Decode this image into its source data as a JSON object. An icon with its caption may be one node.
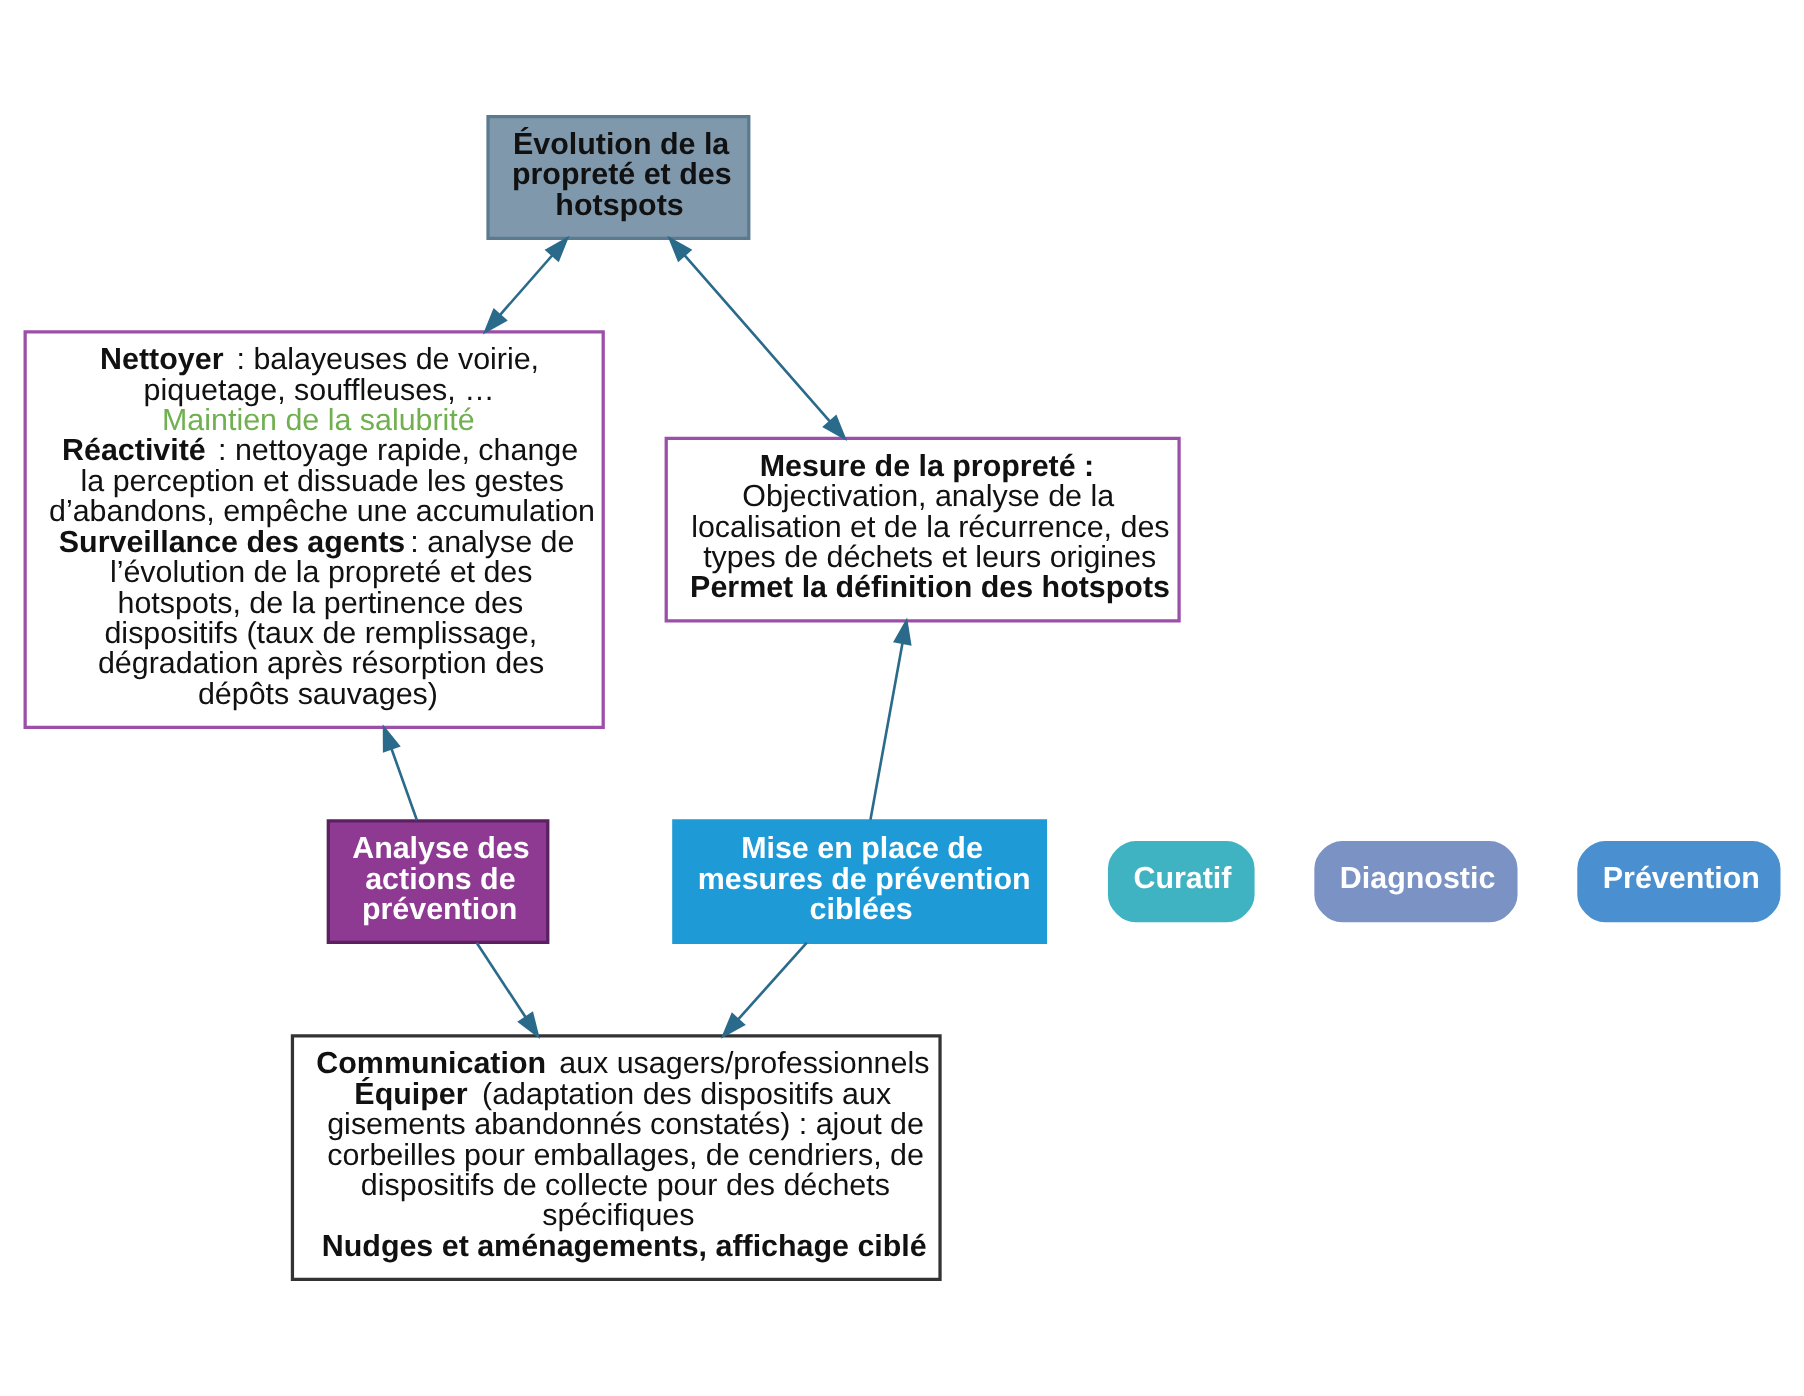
{
  "diagram": {
    "nodes": [
      {
        "text": [
          "Évolution de la propreté et des hotspots"
        ]
      },
      {
        "text": [
          "**Nettoyer** : balayeuses de voirie, piquetage, souffleuses, …",
          "Maintien de la salubrité",
          "**Réactivité** : nettoyage rapide, change la perception et dissuade les gestes d’abandons, empêche une accumulation",
          "**Surveillance des agents** : analyse de l’évolution de la propreté et des hotspots, de la pertinence des dispositifs (taux de remplissage, dégradation après résorption des dépôts sauvages)"
        ]
      },
      {
        "text": [
          "Mesure de la propreté :",
          "Objectivation, analyse de la localisation et de la récurrence, des types de déchets et leurs origines",
          "Permet la définition des hotspots"
        ]
      },
      {
        "text": [
          "Curatif"
        ]
      },
      {
        "text": [
          "Diagnostic"
        ]
      },
      {
        "text": [
          "Prévention"
        ]
      },
      {
        "text": [
          "Mise en place de mesures de prévention ciblées"
        ]
      },
      {
        "text": [
          "Analyse des actions de prévention"
        ]
      },
      {
        "text": [
          "**Communication** aux usagers/professionnels",
          "**Équiper** (adaptation des dispositifs aux gisements abandonnés constatés) : ajout de corbeilles pour emballages, de cendriers, de dispositifs de collecte pour des déchets spécifiques",
          "Nudges et aménagements, affichage ciblé"
        ]
      }
    ],
    "edges": [
      {
        "from": 0,
        "to": 1,
        "arrow": "both"
      },
      {
        "from": 0,
        "to": 2,
        "arrow": "both"
      },
      {
        "from": 6,
        "to": 2,
        "arrow": "to"
      },
      {
        "from": 6,
        "to": 8,
        "arrow": "to"
      },
      {
        "from": 7,
        "to": 1,
        "arrow": "to"
      },
      {
        "from": 7,
        "to": 8,
        "arrow": "to"
      }
    ]
  }
}
